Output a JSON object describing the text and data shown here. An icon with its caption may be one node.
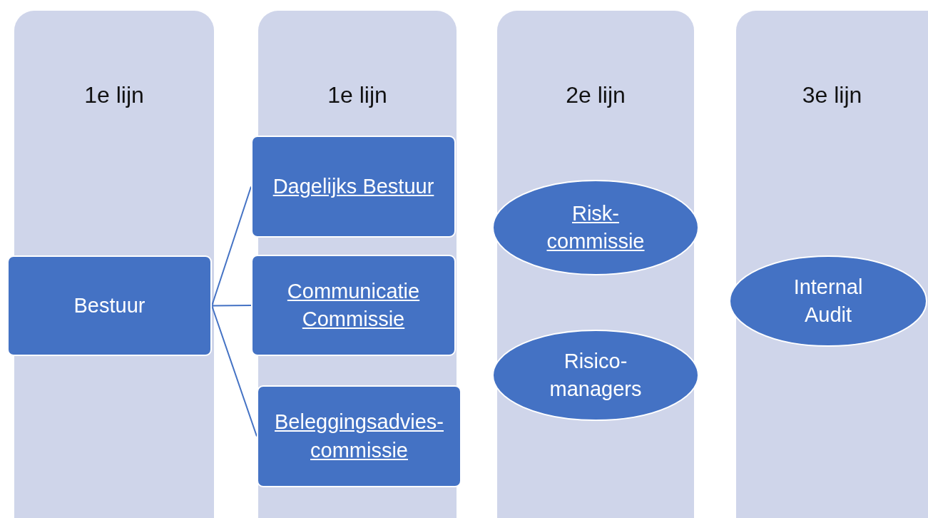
{
  "diagram": {
    "nodes": [
      {
        "text": [
          "1e lijn"
        ]
      },
      {
        "text": [
          "Bestuur"
        ],
        "in": 0
      },
      {
        "text": [
          "1e lijn"
        ]
      },
      {
        "text": [
          "Dagelijks Bestuur"
        ],
        "in": 2
      },
      {
        "text": [
          "Communicatie Commissie"
        ],
        "in": 2
      },
      {
        "text": [
          "Beleggingsadvies-commissie"
        ],
        "in": 2
      },
      {
        "text": [
          "2e lijn"
        ]
      },
      {
        "text": [
          "Risk-commissie"
        ],
        "in": 6
      },
      {
        "text": [
          "Risico-managers"
        ],
        "in": 6
      },
      {
        "text": [
          "3e lijn"
        ]
      },
      {
        "text": [
          "Internal Audit"
        ],
        "in": 9
      }
    ],
    "edges": [
      {
        "from": 1,
        "to": 3,
        "arrow": "none"
      },
      {
        "from": 1,
        "to": 4,
        "arrow": "none"
      },
      {
        "from": 1,
        "to": 5,
        "arrow": "none"
      }
    ]
  }
}
